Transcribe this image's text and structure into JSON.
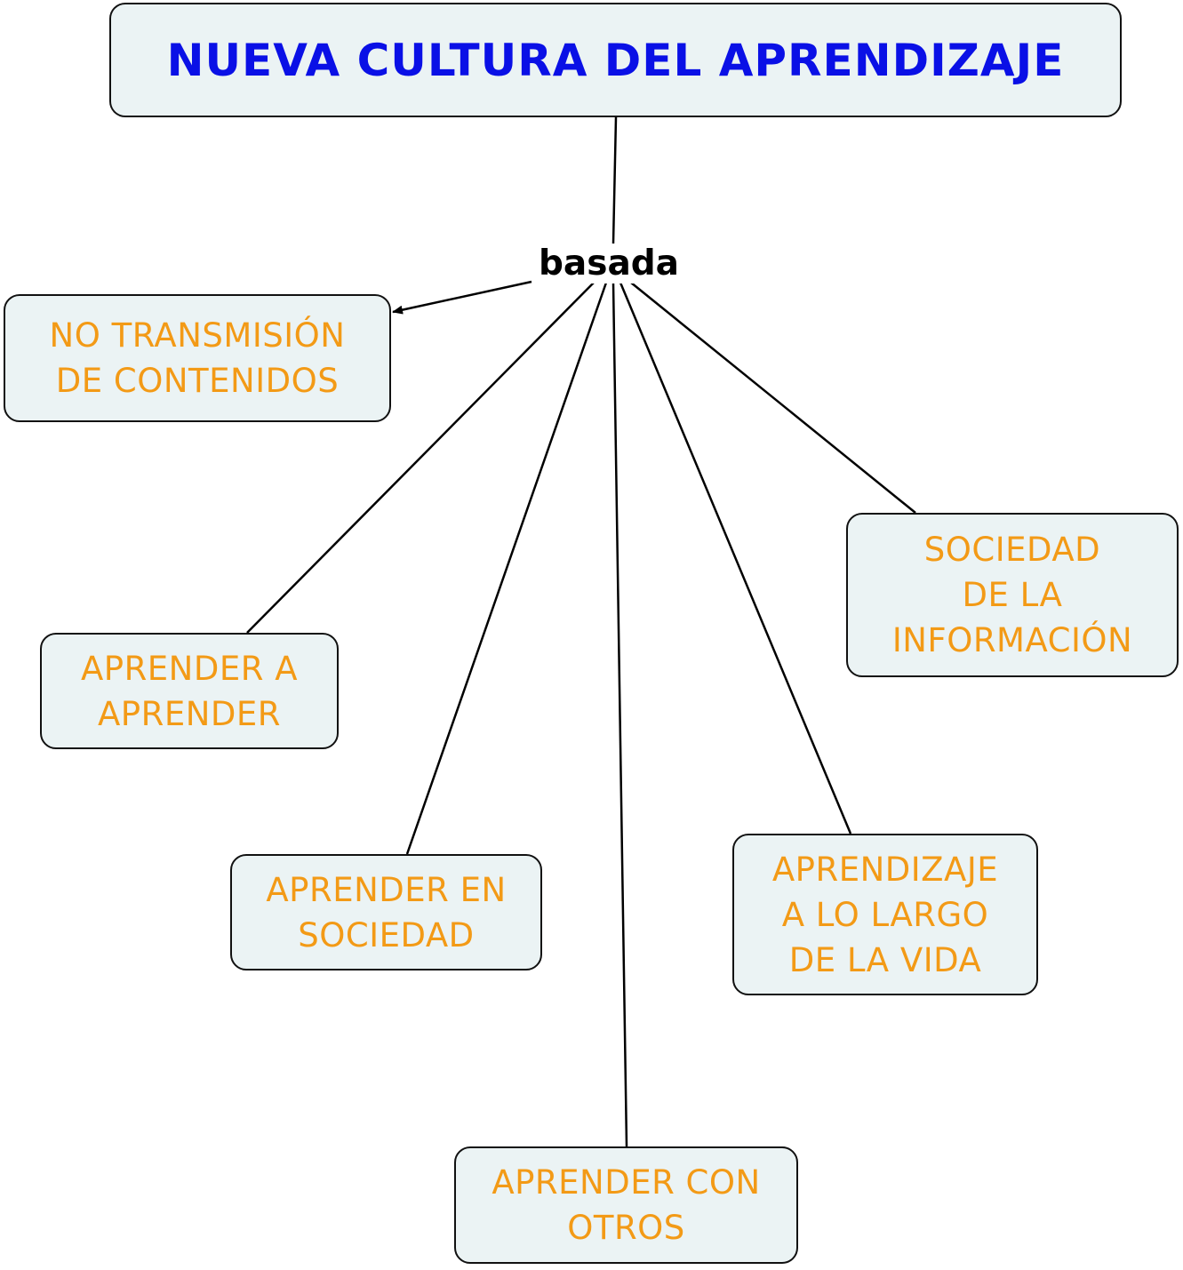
{
  "colors": {
    "root_text": "#0a10e6",
    "child_text": "#f39a16",
    "node_fill": "#ebf3f4",
    "border": "#111111"
  },
  "root": {
    "title": "NUEVA CULTURA DEL APRENDIZAJE"
  },
  "linking_phrase": "basada",
  "children": [
    {
      "lines": [
        "NO TRANSMISIÓN",
        "DE CONTENIDOS"
      ]
    },
    {
      "lines": [
        "APRENDER A",
        "APRENDER"
      ]
    },
    {
      "lines": [
        "APRENDER EN",
        "SOCIEDAD"
      ]
    },
    {
      "lines": [
        "APRENDER CON",
        "OTROS"
      ]
    },
    {
      "lines": [
        "APRENDIZAJE",
        "A LO LARGO",
        "DE LA VIDA"
      ]
    },
    {
      "lines": [
        "SOCIEDAD",
        "DE LA",
        "INFORMACIÓN"
      ]
    }
  ]
}
